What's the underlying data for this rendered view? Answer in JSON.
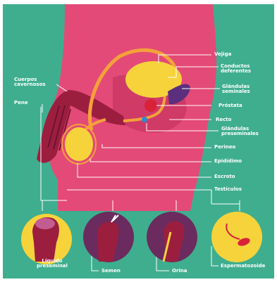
{
  "labels": {
    "vejiga": "Vejiga",
    "conductos_deferentes": "Conductos\ndeferentes",
    "glandulas_seminales": "Glándulas\nseminales",
    "cuerpos_cavernosos": "Cuerpos\ncavernosos",
    "prostata": "Próstata",
    "pene": "Pene",
    "recto": "Recto",
    "glandulas_preseminales": "Glándulas\npreseminales",
    "perineo": "Perineo",
    "epididimo": "Epidídimo",
    "escroto": "Escroto",
    "testiculos": "Testículos"
  },
  "circle_labels": {
    "liquido_preseminal": "Líquido\npreseminal",
    "semen": "Semen",
    "orina": "Orina",
    "espermatozoide": "Espermatozoide"
  },
  "colors": {
    "background": "#3fae8e",
    "body": "#e44a77",
    "organ_yellow": "#f6d33b",
    "tube_orange": "#f3a23a",
    "penis_dark": "#9c1e3f",
    "circle_purple": "#6b2b5e",
    "seminal_purple": "#5b2f7e",
    "prostate_red": "#d9223a"
  }
}
